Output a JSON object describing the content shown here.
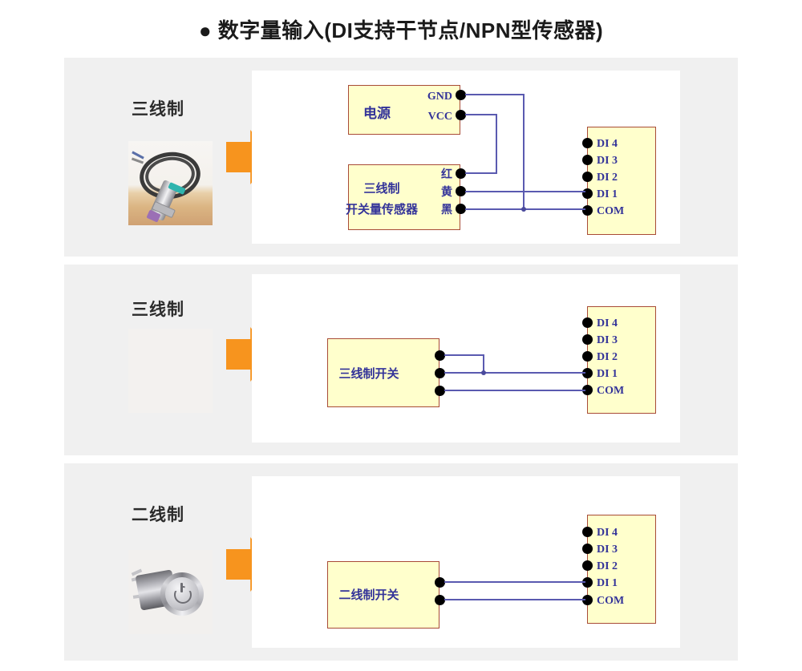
{
  "page": {
    "title": "● 数字量输入(DI支持干节点/NPN型传感器)",
    "bullet": "●"
  },
  "colors": {
    "panel_bg": "#f0f0f0",
    "canvas_bg": "#ffffff",
    "block_fill": "#ffffcc",
    "block_border": "#a84b36",
    "text_blue": "#333399",
    "wire": "#5a5ab0",
    "arrow_orange": "#f7941e",
    "terminal_dot": "#000000"
  },
  "terminal_pins": [
    "DI 4",
    "DI 3",
    "DI 2",
    "DI 1",
    "COM"
  ],
  "panels": [
    {
      "label": "三线制",
      "photo": "inductive-proximity-sensor",
      "arrow": "right-arrow-icon",
      "blocks": [
        {
          "name": "power-supply",
          "text": [
            "电源"
          ]
        },
        {
          "name": "three-wire-sensor",
          "text": [
            "三线制",
            "开关量传感器"
          ]
        },
        {
          "name": "di-terminal-block",
          "text": []
        }
      ],
      "source_pins": [
        "GND",
        "VCC"
      ],
      "wire_pins": [
        "红",
        "黄",
        "黑"
      ],
      "connections": [
        {
          "from": "GND",
          "to": "COM"
        },
        {
          "from": "VCC",
          "to": "红"
        },
        {
          "from": "黄",
          "to": "DI 1"
        },
        {
          "from": "黑",
          "to": "COM"
        }
      ]
    },
    {
      "label": "三线制",
      "photo": "red-emergency-stop-buttons",
      "arrow": "right-arrow-icon",
      "blocks": [
        {
          "name": "three-wire-switch",
          "text": [
            "三线制开关"
          ]
        },
        {
          "name": "di-terminal-block",
          "text": []
        }
      ],
      "source_pins": [],
      "wire_pins": [],
      "connections": [
        {
          "from": "switch-top",
          "to": "DI 1"
        },
        {
          "from": "switch-middle",
          "to": "DI 1"
        },
        {
          "from": "switch-bottom",
          "to": "COM"
        }
      ]
    },
    {
      "label": "二线制",
      "photo": "metal-power-push-button",
      "arrow": "right-arrow-icon",
      "blocks": [
        {
          "name": "two-wire-switch",
          "text": [
            "二线制开关"
          ]
        },
        {
          "name": "di-terminal-block",
          "text": []
        }
      ],
      "source_pins": [],
      "wire_pins": [],
      "connections": [
        {
          "from": "switch-top",
          "to": "DI 1"
        },
        {
          "from": "switch-bottom",
          "to": "COM"
        }
      ]
    }
  ]
}
